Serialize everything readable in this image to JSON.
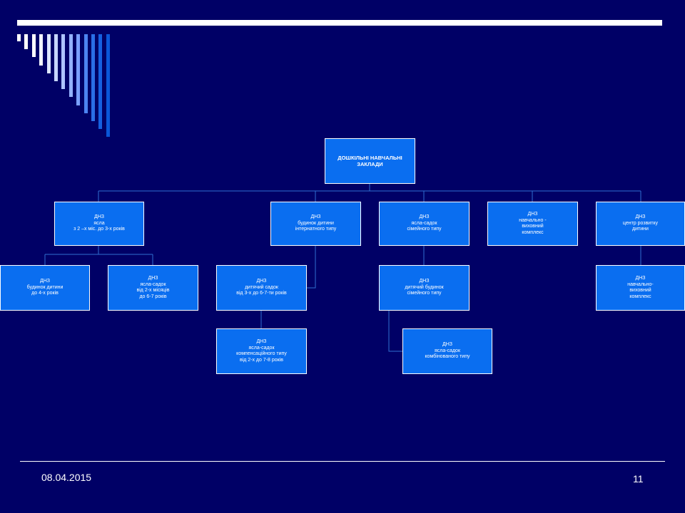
{
  "slide": {
    "date": "08.04.2015",
    "page_number": "11"
  },
  "colors": {
    "background": "#000066",
    "box_fill": "#0a6ef0",
    "connector": "#2f6fd0",
    "text": "#ffffff"
  },
  "org_chart": {
    "root": "ДОШКІЛЬНІ      НАВЧАЛЬНІ\nЗАКЛАДИ",
    "nodes": [
      {
        "id": "yasla",
        "label": "ДНЗ\nясла\nз 2 –х міс. до 3-х  років"
      },
      {
        "id": "budynok-dytyny",
        "label": "ДНЗ\nбудинок дитини\nдо 4-х  років"
      },
      {
        "id": "yasla-sadok-2m",
        "label": "ДНЗ\nясла-садок\nвід 2-х місяців\nдо 6-7 років"
      },
      {
        "id": "budynok-internat",
        "label": "ДНЗ\nбудинок дитини\nінтернатного  типу"
      },
      {
        "id": "dytyachyi-sadok",
        "label": "ДНЗ\nдитячий садок\nвід 3-х до 6-7-ти років"
      },
      {
        "id": "yasla-sadok-kompens",
        "label": "ДНЗ\nясла-садок\nкомпенсаційного типу\nвід 2-х до 7-8 років"
      },
      {
        "id": "yasla-sadok-simeinyi",
        "label": "ДНЗ\nясла-садок\nсімейного  типу"
      },
      {
        "id": "dytyachyi-budynok-simeinyi",
        "label": "ДНЗ\nдитячий будинок\nсімейного типу"
      },
      {
        "id": "yasla-sadok-kombinovanyi",
        "label": "ДНЗ\nясла-садок\nкомбінованого  типу"
      },
      {
        "id": "nvk-1",
        "label": "ДНЗ\nнавчально  -\nвиховний\nкомплекс"
      },
      {
        "id": "tsentr-rozvytku",
        "label": "ДНЗ\nцентр розвитку\nдитини"
      },
      {
        "id": "nvk-2",
        "label": "ДНЗ\nнавчально-\nвиховний\nкомплекс"
      }
    ]
  }
}
